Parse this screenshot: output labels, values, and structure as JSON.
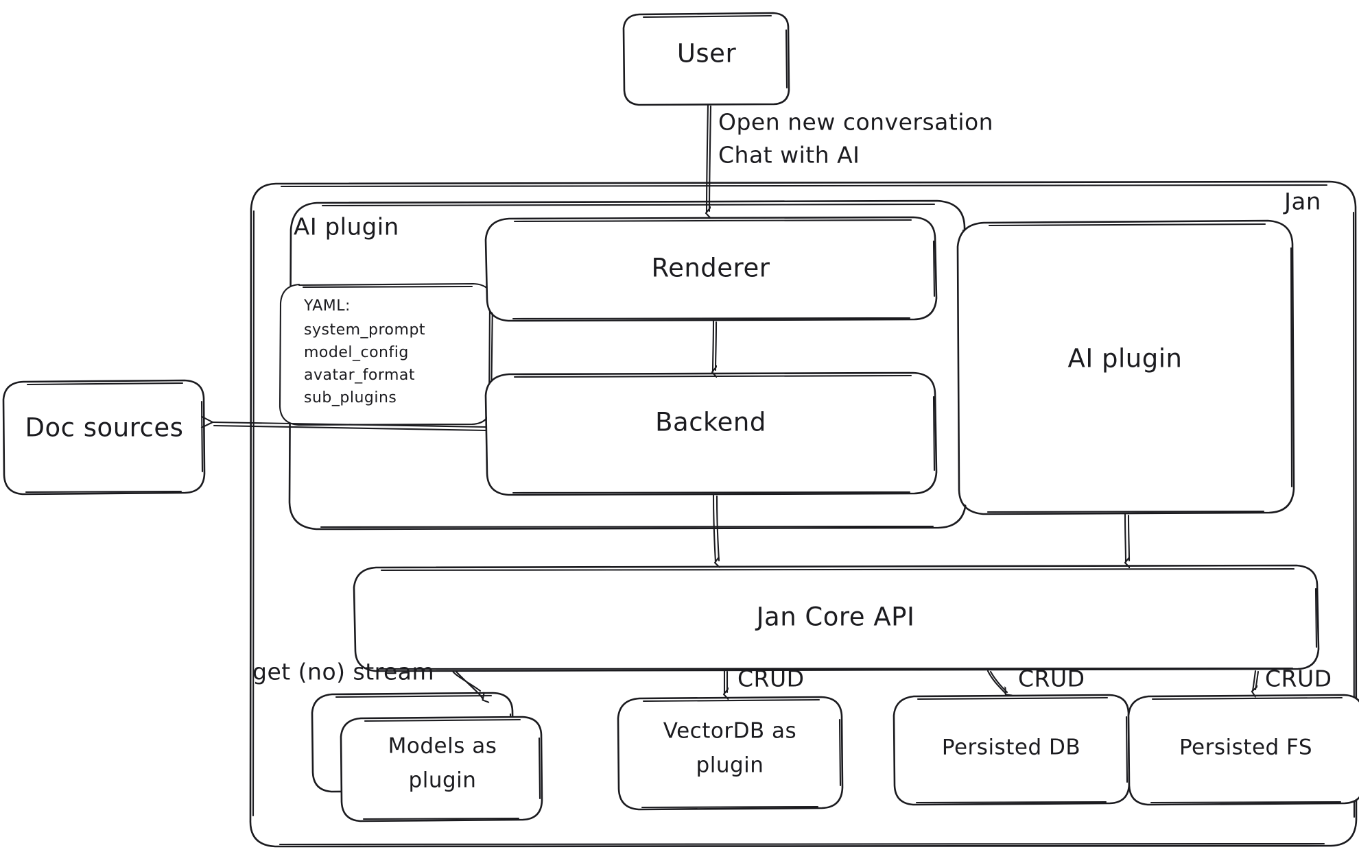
{
  "diagram": {
    "title_outer": "Jan",
    "style": "hand-drawn-sketch",
    "stroke_color": "#1b1b1f",
    "background_color": "#ffffff"
  },
  "nodes": {
    "user": {
      "label": "User"
    },
    "ai_plugin_group": {
      "label": "AI plugin"
    },
    "yaml_note": {
      "heading": "YAML:",
      "lines": [
        "system_prompt",
        "model_config",
        "avatar_format",
        "sub_plugins"
      ]
    },
    "renderer": {
      "label": "Renderer"
    },
    "backend": {
      "label": "Backend"
    },
    "doc_sources": {
      "label": "Doc sources"
    },
    "ai_plugin_right": {
      "label": "AI plugin"
    },
    "jan_core_api": {
      "label": "Jan Core API"
    },
    "models_plugin": {
      "label_line1": "Models as",
      "label_line2": "plugin"
    },
    "vectordb_plugin": {
      "label_line1": "VectorDB as",
      "label_line2": "plugin"
    },
    "persisted_db": {
      "label": "Persisted DB"
    },
    "persisted_fs": {
      "label": "Persisted FS"
    }
  },
  "edges": {
    "user_to_renderer": {
      "label_line1": "Open new conversation",
      "label_line2": "Chat with AI"
    },
    "renderer_to_backend": {
      "label": ""
    },
    "backend_to_doc_sources": {
      "label": ""
    },
    "backend_to_core": {
      "label": ""
    },
    "ai_plugin_to_core": {
      "label": ""
    },
    "core_to_models": {
      "label": "get (no) stream"
    },
    "core_to_vectordb": {
      "label": "CRUD"
    },
    "core_to_persisted_db": {
      "label": "CRUD"
    },
    "core_to_persisted_fs": {
      "label": "CRUD"
    }
  }
}
